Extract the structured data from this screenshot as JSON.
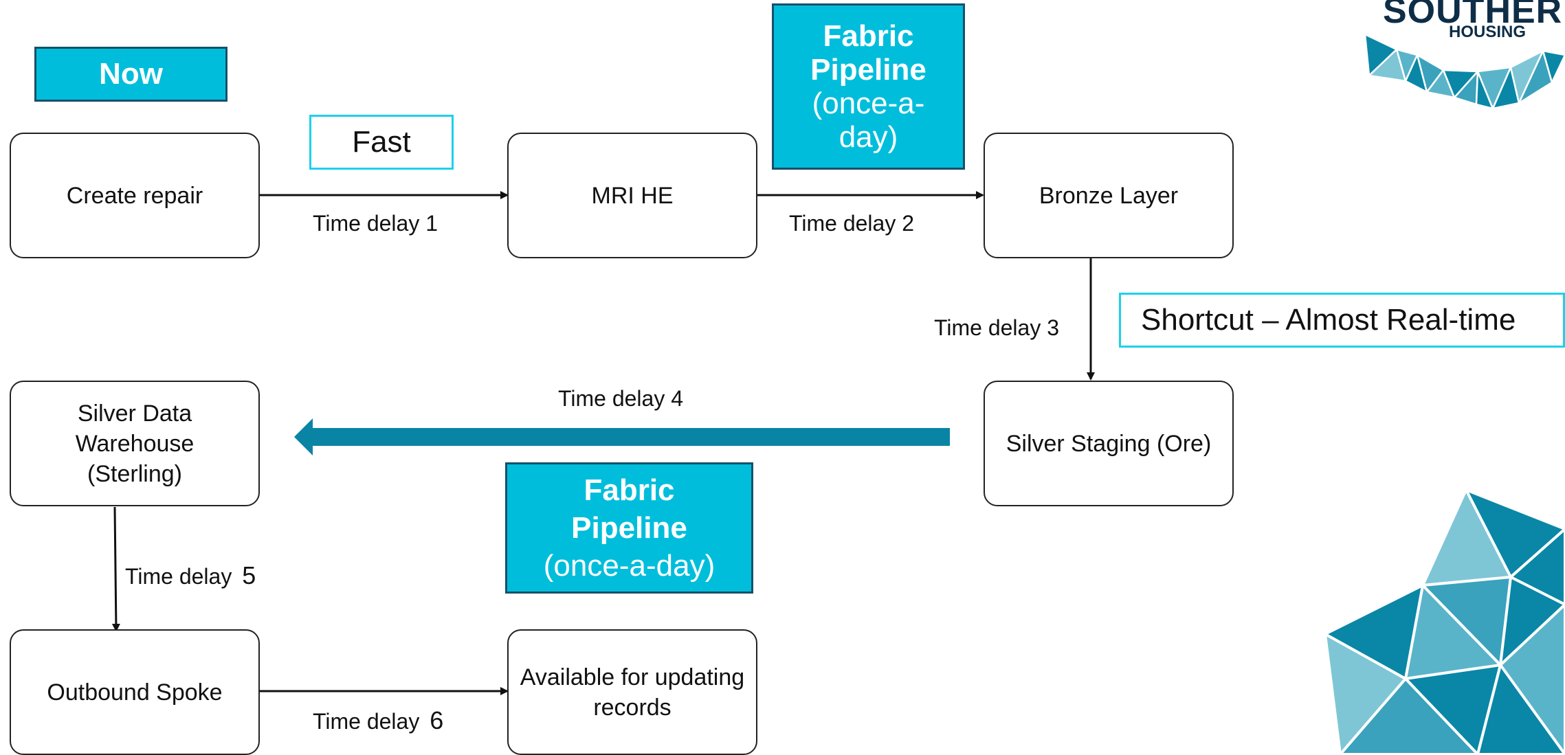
{
  "header": {
    "now_label": "Now"
  },
  "nodes": {
    "create_repair": "Create repair",
    "mri_he": "MRI HE",
    "bronze_layer": "Bronze Layer",
    "silver_staging": "Silver Staging (Ore)",
    "silver_dw_line1": "Silver Data",
    "silver_dw_line2": "Warehouse",
    "silver_dw_line3": "(Sterling)",
    "outbound_spoke": "Outbound Spoke",
    "available_line1": "Available for updating",
    "available_line2": "records"
  },
  "tags": {
    "fast": "Fast",
    "shortcut": "Shortcut – Almost Real-time",
    "pipeline_top": {
      "line1": "Fabric",
      "line2": "Pipeline",
      "line3": "(once-a-",
      "line4": "day)"
    },
    "pipeline_bottom": {
      "line1": "Fabric",
      "line2": "Pipeline",
      "line3": "(once-a-day)"
    }
  },
  "delays": {
    "d1": "Time delay 1",
    "d2": "Time delay 2",
    "d3": "Time delay 3",
    "d4": "Time delay 4",
    "d5_text": "Time delay",
    "d5_num": "5",
    "d6_text": "Time delay",
    "d6_num": "6"
  },
  "logo": {
    "top": "SOUTHER",
    "bottom": "HOUSING"
  },
  "colors": {
    "accent": "#00bedb",
    "big_arrow": "#0a84a5",
    "logo_dark": "#0e2d47",
    "logo_teal": "#0a87a6"
  }
}
